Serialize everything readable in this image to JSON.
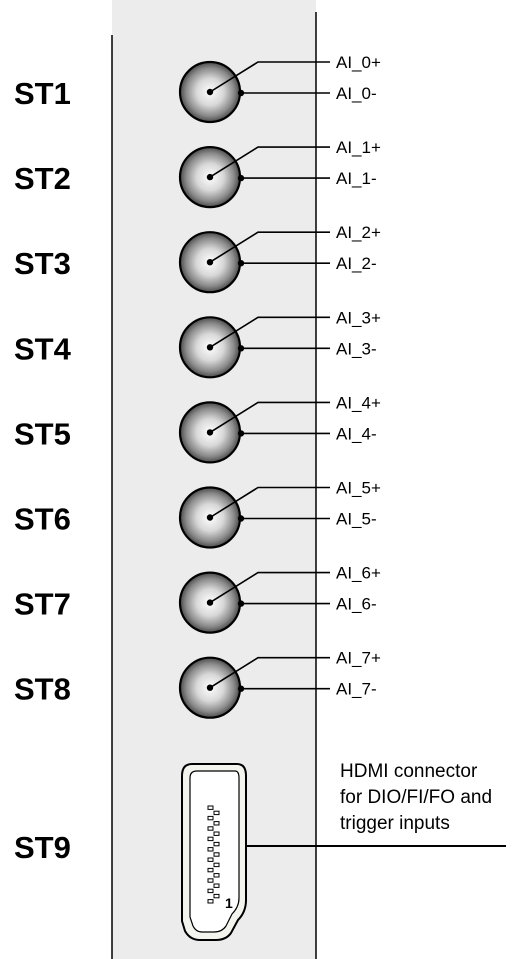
{
  "panel": {
    "background_color": "#ececec",
    "connector_stroke": "#000000"
  },
  "connectors": [
    {
      "id": "ST1",
      "label": "ST1",
      "signal_pos": "AI_0+",
      "signal_neg": "AI_0-"
    },
    {
      "id": "ST2",
      "label": "ST2",
      "signal_pos": "AI_1+",
      "signal_neg": "AI_1-"
    },
    {
      "id": "ST3",
      "label": "ST3",
      "signal_pos": "AI_2+",
      "signal_neg": "AI_2-"
    },
    {
      "id": "ST4",
      "label": "ST4",
      "signal_pos": "AI_3+",
      "signal_neg": "AI_3-"
    },
    {
      "id": "ST5",
      "label": "ST5",
      "signal_pos": "AI_4+",
      "signal_neg": "AI_4-"
    },
    {
      "id": "ST6",
      "label": "ST6",
      "signal_pos": "AI_5+",
      "signal_neg": "AI_5-"
    },
    {
      "id": "ST7",
      "label": "ST7",
      "signal_pos": "AI_6+",
      "signal_neg": "AI_6-"
    },
    {
      "id": "ST8",
      "label": "ST8",
      "signal_pos": "AI_7+",
      "signal_neg": "AI_7-"
    }
  ],
  "hdmi": {
    "label": "ST9",
    "description_lines": [
      "HDMI connector",
      "for DIO/FI/FO and",
      "trigger inputs"
    ],
    "pin_marker": "1"
  }
}
